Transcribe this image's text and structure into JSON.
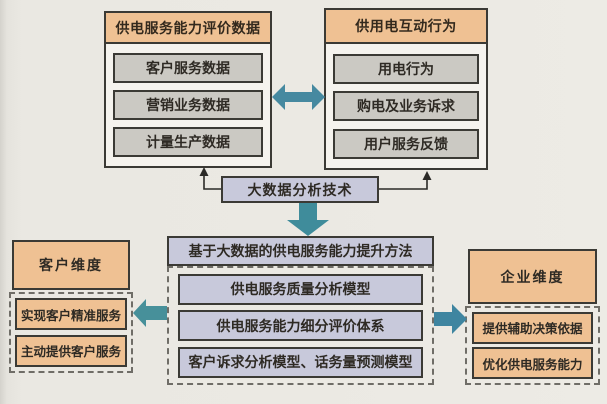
{
  "figure": {
    "type": "flow-diagram",
    "colors": {
      "background": "#eae8e2",
      "panel_fill": "#f5f3ee",
      "orange_fill": "#efc193",
      "gray_fill": "#cbc9c3",
      "lavender_fill": "#c8c9db",
      "border_dark": "#3b3a35",
      "dashed_border": "#6f6d67",
      "arrow_teal": "#4689a0",
      "text_dark": "#2e2a24"
    },
    "top_left_panel": {
      "title": "供电服务能力评价数据",
      "items": [
        "客户服务数据",
        "营销业务数据",
        "计量生产数据"
      ]
    },
    "top_right_panel": {
      "title": "供用电互动行为",
      "items": [
        "用电行为",
        "购电及业务诉求",
        "用户服务反馈"
      ]
    },
    "analysis_box": {
      "label": "大数据分析技术"
    },
    "method_panel": {
      "title": "基于大数据的供电服务能力提升方法",
      "items": [
        "供电服务质量分析模型",
        "供电服务能力细分评价体系",
        "客户诉求分析模型、话务量预测模型"
      ]
    },
    "customer_panel": {
      "title": "客户维度",
      "items": [
        "实现客户精准服务",
        "主动提供客户服务"
      ]
    },
    "enterprise_panel": {
      "title": "企业维度",
      "items": [
        "提供辅助决策依据",
        "优化供电服务能力"
      ]
    },
    "arrows": [
      {
        "name": "exchange-double-arrow",
        "direction": "left-right",
        "connects": [
          "供电服务能力评价数据",
          "供用电互动行为"
        ]
      },
      {
        "name": "analysis-to-evaluation-connector",
        "direction": "up"
      },
      {
        "name": "analysis-to-interaction-connector",
        "direction": "up"
      },
      {
        "name": "analysis-to-method-arrow",
        "direction": "down"
      },
      {
        "name": "method-to-customer-arrow",
        "direction": "left"
      },
      {
        "name": "method-to-enterprise-arrow",
        "direction": "right"
      }
    ]
  }
}
